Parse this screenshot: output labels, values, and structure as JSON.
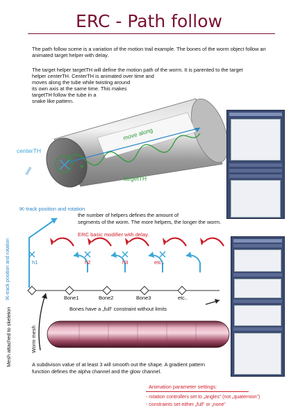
{
  "title": "ERC - Path follow",
  "intro": "The path follow scene is a variation of the motion trail example. The bones of the worm object follow an animated target helper with delay.",
  "target_desc_line1": "The target helper targetTH will define the motion path of the worm. It is parented to the target",
  "target_desc_line2": "helper centerTH. CenterTH is animated over time and",
  "target_desc_line3": "moves along the tube while twisting around",
  "target_desc_line4": "its own axis at the same time. This makes",
  "target_desc_line5": "targetTH follow the tube in a",
  "target_desc_line6": "snake like pattern.",
  "labels": {
    "center_th": "centerTH",
    "move_along": "move along",
    "target_th": "targetTH",
    "twist": "twist",
    "ik_track": "IK-track position and rotation",
    "helpers_line1": "the number of helpers defines the amount of",
    "helpers_line2": "segments of the worm. The more helpers, the longer the worm.",
    "erc_modifier": "ERC basic modifier with delay.",
    "ik_track_vertical": "IK-track position and rotation",
    "mesh_attached": "Mesh attached to skeleton",
    "worm_mesh": "Worm mesh",
    "bones_constraint": "Bones have a „full“ constraint without limits"
  },
  "helpers": [
    "h1",
    "h2",
    "h3",
    "etc.."
  ],
  "bones": [
    "Bone1",
    "Bone2",
    "Bone3",
    "etc.."
  ],
  "subdivision_line1": "A subdivison value of at least 3 will smooth out the shape. A gradient pattern",
  "subdivision_line2": "function defines the alpha channel and the glow channel.",
  "anim_settings": {
    "heading": "Animation parameter settings:",
    "item1": "- rotation controllers set to „angles“ (not „quaternion“)",
    "item2": "- constraints set either „full“ or „none“"
  },
  "colors": {
    "title": "#7a1230",
    "cyan": "#3aa7d8",
    "green": "#2f9a3a",
    "red": "#cc1f2a",
    "blue": "#2a86c8"
  }
}
